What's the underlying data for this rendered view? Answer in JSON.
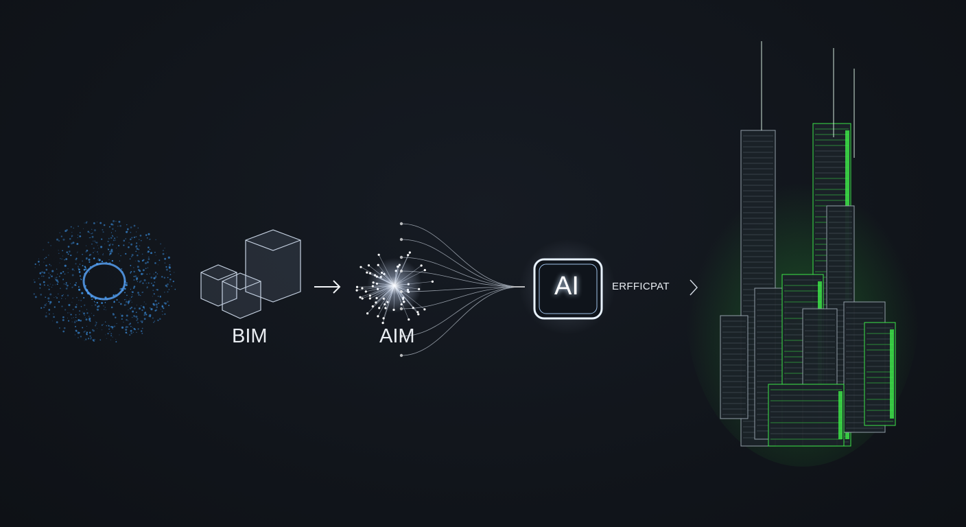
{
  "stages": [
    {
      "id": "particles",
      "label": ""
    },
    {
      "id": "bim",
      "label": "BIM"
    },
    {
      "id": "aim",
      "label": "AIM"
    },
    {
      "id": "ai",
      "label": "AI"
    },
    {
      "id": "efficiency",
      "label": "ERFFICPAT"
    }
  ],
  "icons": {
    "arrow": "arrow-right-icon",
    "chevron": "chevron-right-icon"
  },
  "colors": {
    "background": "#12161d",
    "particles": "#3b8fe0",
    "ai_glow": "#cfe6ff",
    "building_accent": "#3ef04a",
    "text": "#e9edf2"
  }
}
